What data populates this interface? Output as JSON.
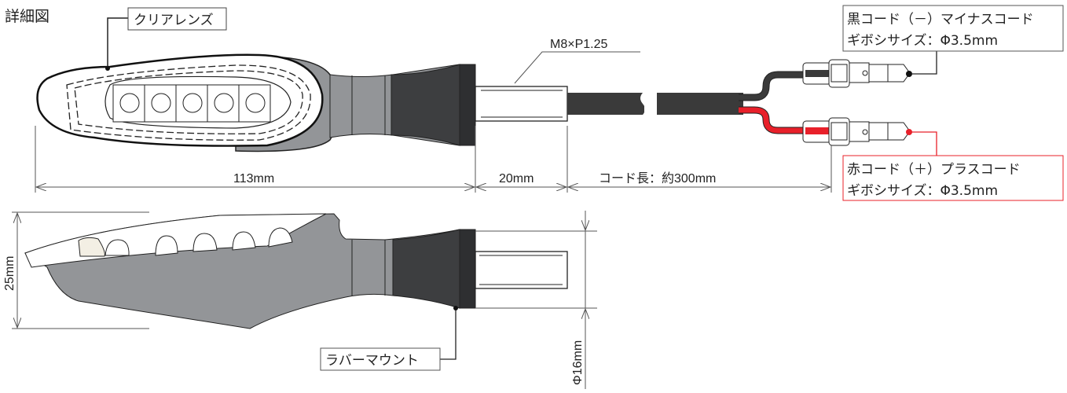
{
  "title": "詳細図",
  "callouts": {
    "clear_lens": "クリアレンズ",
    "thread": "M8×P1.25",
    "black_cord_line1": "黒コード（－）マイナスコード",
    "black_cord_line2": "ギボシサイズ：Φ3.5mm",
    "red_cord_line1": "赤コード（＋）プラスコード",
    "red_cord_line2": "ギボシサイズ：Φ3.5mm",
    "rubber_mount": "ラバーマウント"
  },
  "dimensions": {
    "body_length": "113mm",
    "bolt_length": "20mm",
    "cord_length": "コード長：約300mm",
    "height": "25mm",
    "mount_diameter": "Φ16mm"
  },
  "colors": {
    "body_gray": "#939598",
    "rubber_dark": "#3d3e40",
    "red_wire": "#e8202a",
    "black_wire": "#3a3a3a"
  }
}
